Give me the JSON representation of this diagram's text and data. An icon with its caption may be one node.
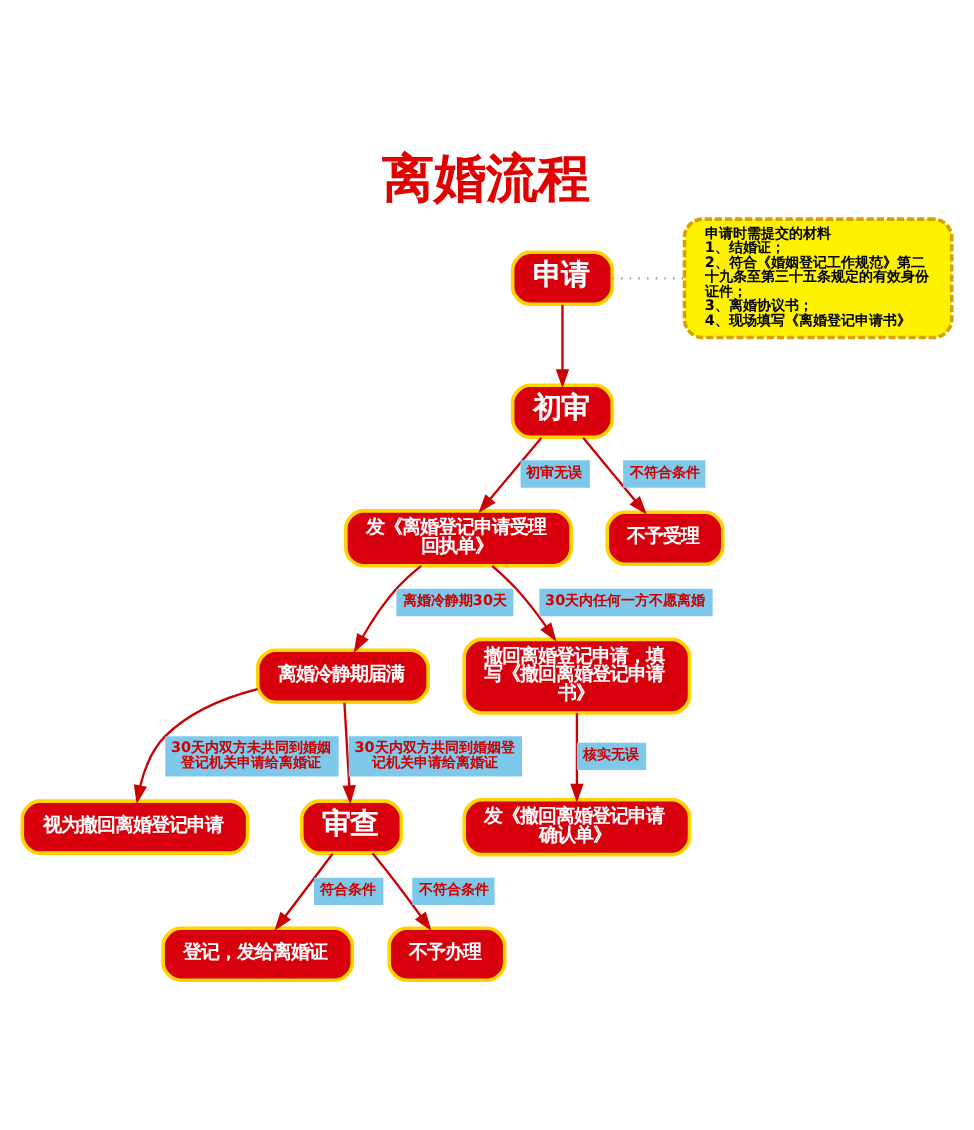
{
  "diagram": {
    "title": "离婚流程",
    "nodes": [
      {
        "text": [
          "申请"
        ]
      },
      {
        "text": [
          "申请时需提交的材料",
          "1、结婚证；",
          "2、符合《婚姻登记工作规范》第二十九条至第三十五条规定的有效身份证件；",
          "3、离婚协议书；",
          "4、现场填写《离婚登记申请书》"
        ]
      },
      {
        "text": [
          "初审"
        ]
      },
      {
        "text": [
          "发《离婚登记申请受理回执单》"
        ]
      },
      {
        "text": [
          "不予受理"
        ]
      },
      {
        "text": [
          "离婚冷静期届满"
        ]
      },
      {
        "text": [
          "撤回离婚登记申请，填写《撤回离婚登记申请书》"
        ]
      },
      {
        "text": [
          "发《撤回离婚登记申请确认单》"
        ]
      },
      {
        "text": [
          "视为撤回离婚登记申请"
        ]
      },
      {
        "text": [
          "审查"
        ]
      },
      {
        "text": [
          "登记，发给离婚证"
        ]
      },
      {
        "text": [
          "不予办理"
        ]
      }
    ],
    "edges": [
      {
        "from": 0,
        "to": 1,
        "arrow": "none",
        "style": "dashed",
        "color": "#999999"
      },
      {
        "from": 0,
        "to": 2,
        "arrow": "to"
      },
      {
        "from": 2,
        "to": 3,
        "arrow": "to",
        "label": "初审无误"
      },
      {
        "from": 2,
        "to": 4,
        "arrow": "to",
        "label": "不符合条件"
      },
      {
        "from": 3,
        "to": 5,
        "arrow": "to",
        "label": "离婚冷静期30天"
      },
      {
        "from": 3,
        "to": 6,
        "arrow": "to",
        "label": "30天内任何一方不愿离婚"
      },
      {
        "from": 6,
        "to": 7,
        "arrow": "to",
        "label": "核实无误"
      },
      {
        "from": 5,
        "to": 8,
        "arrow": "to",
        "label": "30天内双方未共同到婚姻登记机关申请给离婚证"
      },
      {
        "from": 5,
        "to": 9,
        "arrow": "to",
        "label": "30天内双方共同到婚姻登记机关申请给离婚证"
      },
      {
        "from": 9,
        "to": 10,
        "arrow": "to",
        "label": "符合条件"
      },
      {
        "from": 9,
        "to": 11,
        "arrow": "to",
        "label": "不符合条件"
      }
    ]
  }
}
